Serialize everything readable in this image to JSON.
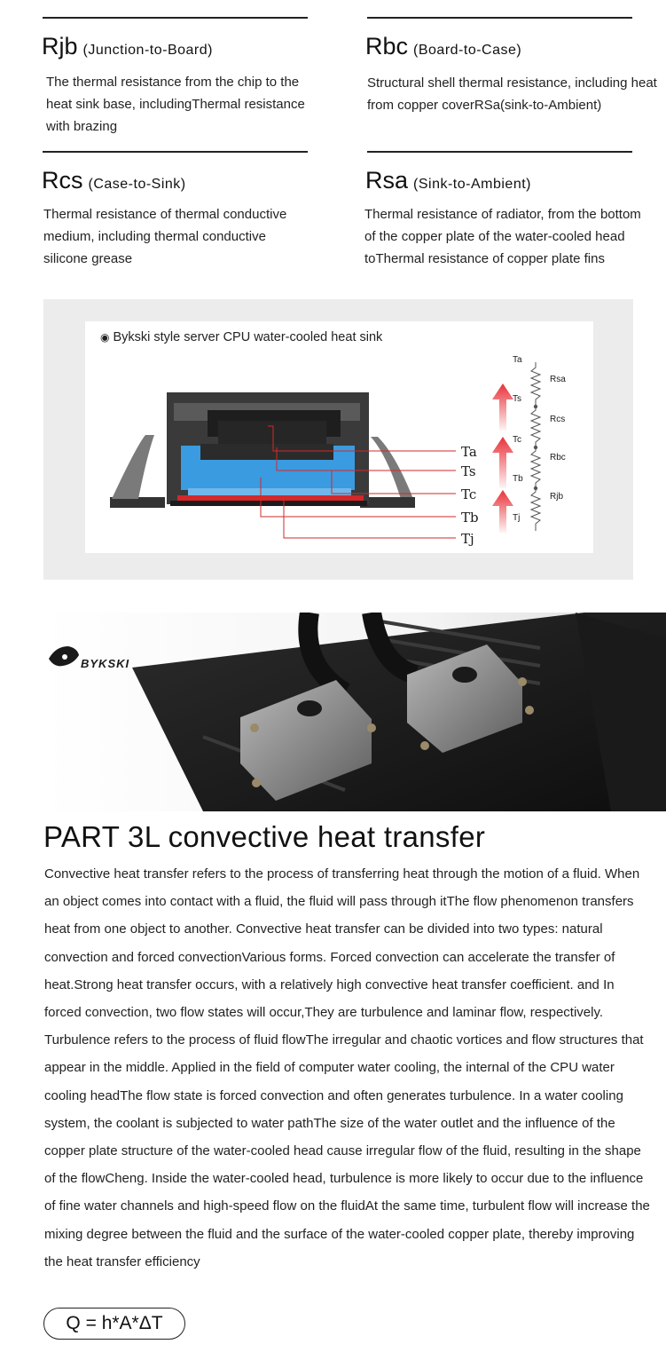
{
  "terms": [
    {
      "symbol": "Rjb",
      "name": "(Junction-to-Board)",
      "description": "The thermal resistance from the chip to the heat sink base, includingThermal resistance with brazing"
    },
    {
      "symbol": "Rbc",
      "name": "(Board-to-Case)",
      "description": "Structural shell thermal resistance, including heat from copper coverRSa(sink-to-Ambient)"
    },
    {
      "symbol": "Rcs",
      "name": "(Case-to-Sink)",
      "description": "Thermal resistance of thermal conductive medium, including thermal conductive silicone grease"
    },
    {
      "symbol": "Rsa",
      "name": "(Sink-to-Ambient)",
      "description": "Thermal resistance of radiator, from the bottom of the copper plate of the water-cooled head toThermal resistance of copper plate fins"
    }
  ],
  "diagram": {
    "caption_bullet": "◉",
    "caption": "Bykski style server CPU water-cooled heat sink",
    "callouts": [
      "Ta",
      "Ts",
      "Tc",
      "Tb",
      "Tj"
    ],
    "ladder_temps": [
      "Ta",
      "Ts",
      "Tc",
      "Tb",
      "Tj"
    ],
    "ladder_resistances": [
      "Rsa",
      "Rcs",
      "Rbc",
      "Rjb"
    ],
    "colors": {
      "arrow": "#e8323a",
      "coolant": "#3a9be0",
      "copper_base": "#d2282a",
      "housing": "#2a2a2a"
    }
  },
  "photo": {
    "brand_logo": "BYKSKI"
  },
  "part": {
    "title": "PART 3L convective heat transfer",
    "body": "Convective heat transfer refers to the process of transferring heat through the motion of a fluid. When an object comes into contact with a fluid, the fluid will pass through itThe flow phenomenon transfers heat from one object to another. Convective heat transfer can be divided into two types: natural convection and forced convectionVarious forms. Forced convection can accelerate the transfer of heat.Strong heat transfer occurs, with a relatively high convective heat transfer coefficient. and In forced convection, two flow states will occur,They are turbulence and laminar flow, respectively. Turbulence refers to the process of fluid flowThe irregular and chaotic vortices and flow structures that appear in the middle. Applied in the field of computer water cooling, the internal of the CPU water cooling headThe flow state is forced convection and often generates turbulence. In a water cooling system, the coolant is subjected to water pathThe size of the water outlet and the influence of the copper plate structure of the water-cooled head cause irregular flow of the fluid, resulting in the shape of the flowCheng. Inside the water-cooled head, turbulence is more likely to occur due to the influence of fine water channels and high-speed flow on the fluidAt the same time, turbulent flow will increase the mixing degree between the fluid and the surface of the water-cooled copper plate, thereby improving the heat transfer efficiency",
    "formula": "Q = h*A*ΔT"
  }
}
